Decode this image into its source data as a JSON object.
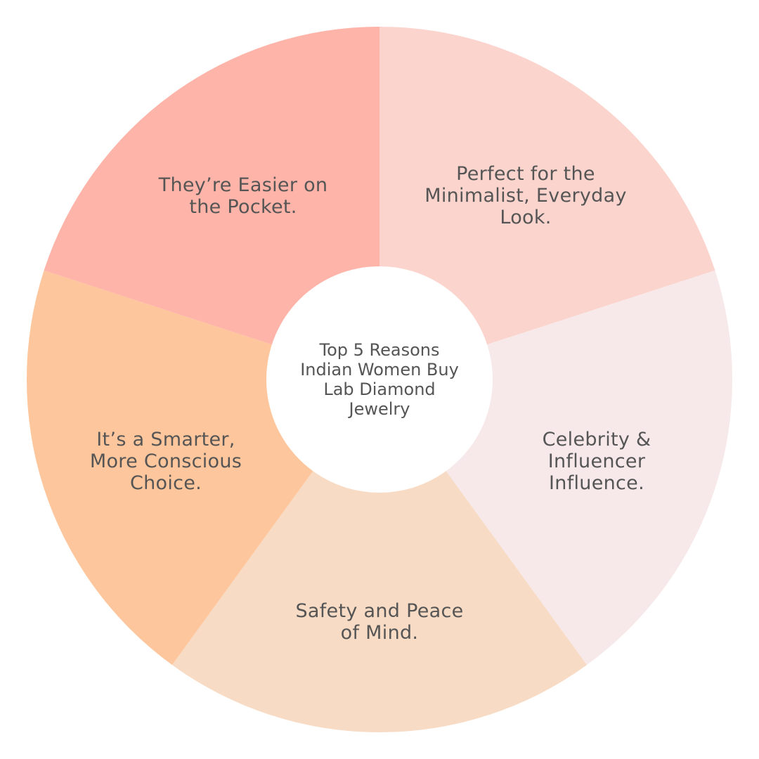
{
  "center": {
    "lines": [
      "Top 5 Reasons",
      "Indian Women Buy",
      "Lab Diamond",
      "Jewelry"
    ],
    "fill": "#ffffff"
  },
  "text_color": "#555555",
  "segments": [
    {
      "id": "minimalist",
      "lines": [
        "Perfect for the",
        "Minimalist, Everyday",
        "Look."
      ],
      "color": "#FBD4CD"
    },
    {
      "id": "celebrity",
      "lines": [
        "Celebrity &",
        "Influencer",
        "Influence."
      ],
      "color": "#F7E9EA"
    },
    {
      "id": "safety",
      "lines": [
        "Safety and Peace",
        "of Mind."
      ],
      "color": "#F7DBC4"
    },
    {
      "id": "smarter",
      "lines": [
        "It’s a Smarter,",
        "More Conscious",
        "Choice."
      ],
      "color": "#FEC69C"
    },
    {
      "id": "pocket",
      "lines": [
        "They’re Easier on",
        "the Pocket."
      ],
      "color": "#FEB4A9"
    }
  ]
}
